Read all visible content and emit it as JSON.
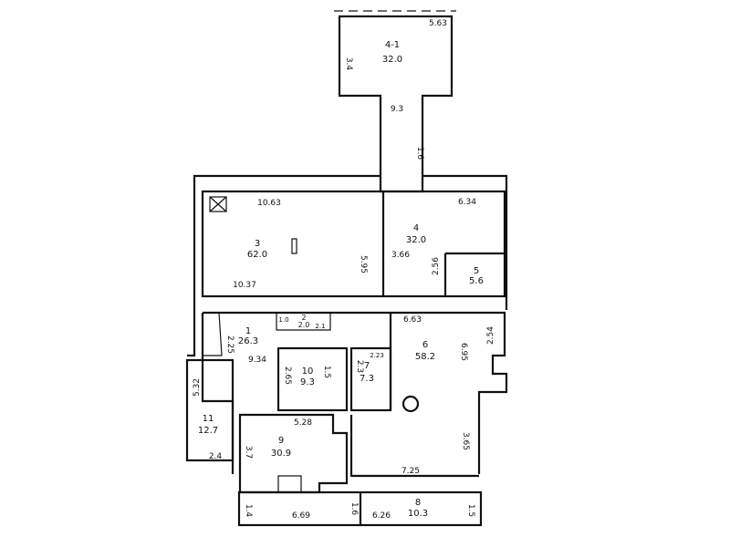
{
  "plan": {
    "rooms": [
      {
        "id": "4-1",
        "area": "32.0",
        "hatched": true
      },
      {
        "id": "3",
        "area": "62.0"
      },
      {
        "id": "4",
        "area": "32.0"
      },
      {
        "id": "5",
        "area": "5.6"
      },
      {
        "id": "1",
        "area": "26.3"
      },
      {
        "id": "2",
        "area": "2.0"
      },
      {
        "id": "6",
        "area": "58.2"
      },
      {
        "id": "10",
        "area": "9.3"
      },
      {
        "id": "7",
        "area": "7.3"
      },
      {
        "id": "9",
        "area": "30.9"
      },
      {
        "id": "11",
        "area": "12.7",
        "hatched": true
      },
      {
        "id": "8",
        "area": "10.3"
      }
    ],
    "dimensions": {
      "annex_width": "5.63",
      "annex_height": "3.4",
      "corridor_len": "9.3",
      "corridor_width": "1.6",
      "room3_top": "10.63",
      "room3_bottom": "10.37",
      "room3_side": "5.95",
      "room4_top": "6.34",
      "room4_mid": "3.66",
      "room5_side": "2.56",
      "hall_top": "6.63",
      "room1_side": "2.25",
      "room1_width": "9.34",
      "room2_a": "1.0",
      "room2_b": "2.1",
      "room10_side": "2.65",
      "room10_b": "1.5",
      "room7_side": "2.3",
      "room7_top": "2.23",
      "room6_side": "6.95",
      "room6_right": "2.54",
      "room6_low": "3.65",
      "room6_bottom": "7.25",
      "room9_top": "5.28",
      "room9_side": "3.7",
      "room11_side": "5.32",
      "room11_bottom": "2.4",
      "strip_left": "6.69",
      "strip_right": "6.26",
      "strip_a": "1.4",
      "strip_b": "1.6",
      "strip_c": "1.5"
    }
  }
}
